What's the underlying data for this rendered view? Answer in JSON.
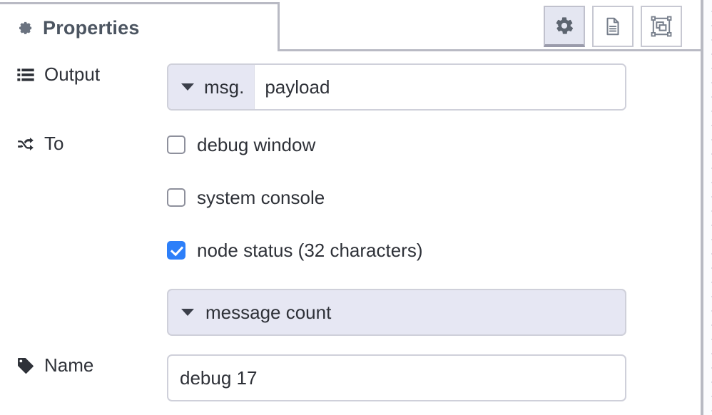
{
  "panel": {
    "tab": {
      "label": "Properties",
      "icon": "gear-icon"
    },
    "tab_buttons": [
      {
        "name": "properties-tab-button",
        "icon": "gear-icon",
        "active": true
      },
      {
        "name": "description-tab-button",
        "icon": "document-icon",
        "active": false
      },
      {
        "name": "appearance-tab-button",
        "icon": "appearance-icon",
        "active": false
      }
    ]
  },
  "form": {
    "output": {
      "icon": "list-icon",
      "label": "Output",
      "prefix": "msg.",
      "value": "payload",
      "placeholder": "payload"
    },
    "to": {
      "icon": "shuffle-icon",
      "label": "To",
      "options": [
        {
          "label": "debug window",
          "checked": false
        },
        {
          "label": "system console",
          "checked": false
        },
        {
          "label": "node status (32 characters)",
          "checked": true
        }
      ],
      "count_select": {
        "value": "message count"
      }
    },
    "name": {
      "icon": "tag-icon",
      "label": "Name",
      "value": "debug 17",
      "placeholder": "Name"
    }
  },
  "colors": {
    "accent": "#2d7ff9",
    "field_fill": "#e6e7f3",
    "border": "#cfd0da",
    "text": "#2e3138",
    "tab_text": "#4c5561"
  }
}
